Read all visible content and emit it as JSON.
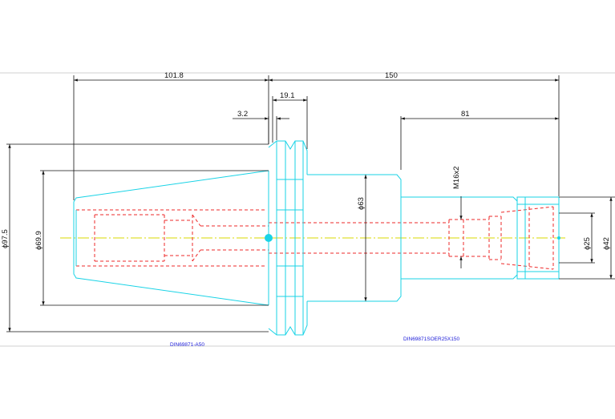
{
  "drawing": {
    "dimensions": {
      "taper_length": "101.8",
      "total_length": "150",
      "flange_width": "19.1",
      "flange_offset": "3.2",
      "nose_length": "81",
      "thread": "M16x2",
      "dia_outer": "ϕ97.5",
      "dia_taper": "ϕ69.9",
      "dia_body": "ϕ63",
      "dia_nut": "ϕ42",
      "dia_bore": "ϕ25"
    },
    "captions": {
      "left_part": "DIN69871-A50",
      "right_part": "DIN69871SOER25X150"
    },
    "colors": {
      "outline": "#19d3e6",
      "hidden": "#ee2a2a",
      "centerline": "#d8d800",
      "dimension": "#111111",
      "caption": "#1a1ad8"
    }
  }
}
